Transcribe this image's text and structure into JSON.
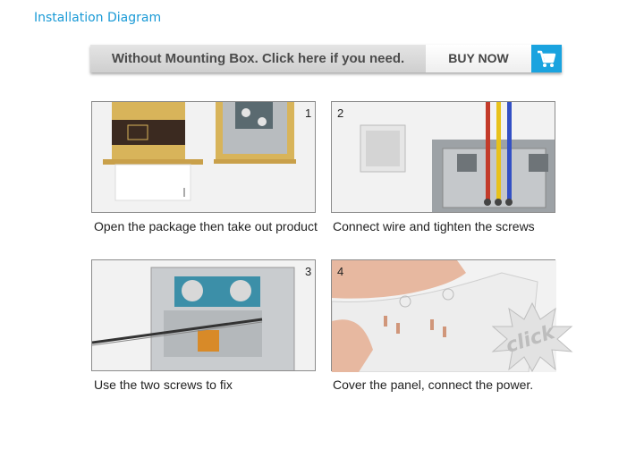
{
  "page": {
    "title": "Installation Diagram"
  },
  "banner": {
    "text": "Without Mounting Box. Click here if you need.",
    "buy_label": "BUY NOW",
    "icon": "shopping-cart-icon",
    "accent": "#1aa3df"
  },
  "steps": [
    {
      "number": "1",
      "caption": "Open the package then take out product"
    },
    {
      "number": "2",
      "caption": "Connect wire and tighten the screws"
    },
    {
      "number": "3",
      "caption": "Use the two screws to fix"
    },
    {
      "number": "4",
      "caption": "Cover the panel, connect the power.",
      "badge": "click"
    }
  ],
  "colors": {
    "title": "#1a9ad6",
    "wire_red": "#c33b2a",
    "wire_yellow": "#e8c21b",
    "wire_blue": "#3350c4"
  }
}
